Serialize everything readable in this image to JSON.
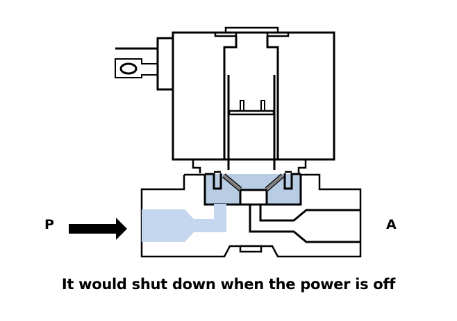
{
  "diagram": {
    "title": "Normally closed solenoid valve",
    "labels": {
      "inlet": "P",
      "outlet": "A"
    },
    "caption": "It would shut down when the power is off",
    "colors": {
      "fluid": "#c5d7ee",
      "chamber": "#b8cce4",
      "seal": "#808080",
      "outline": "#000000"
    }
  }
}
